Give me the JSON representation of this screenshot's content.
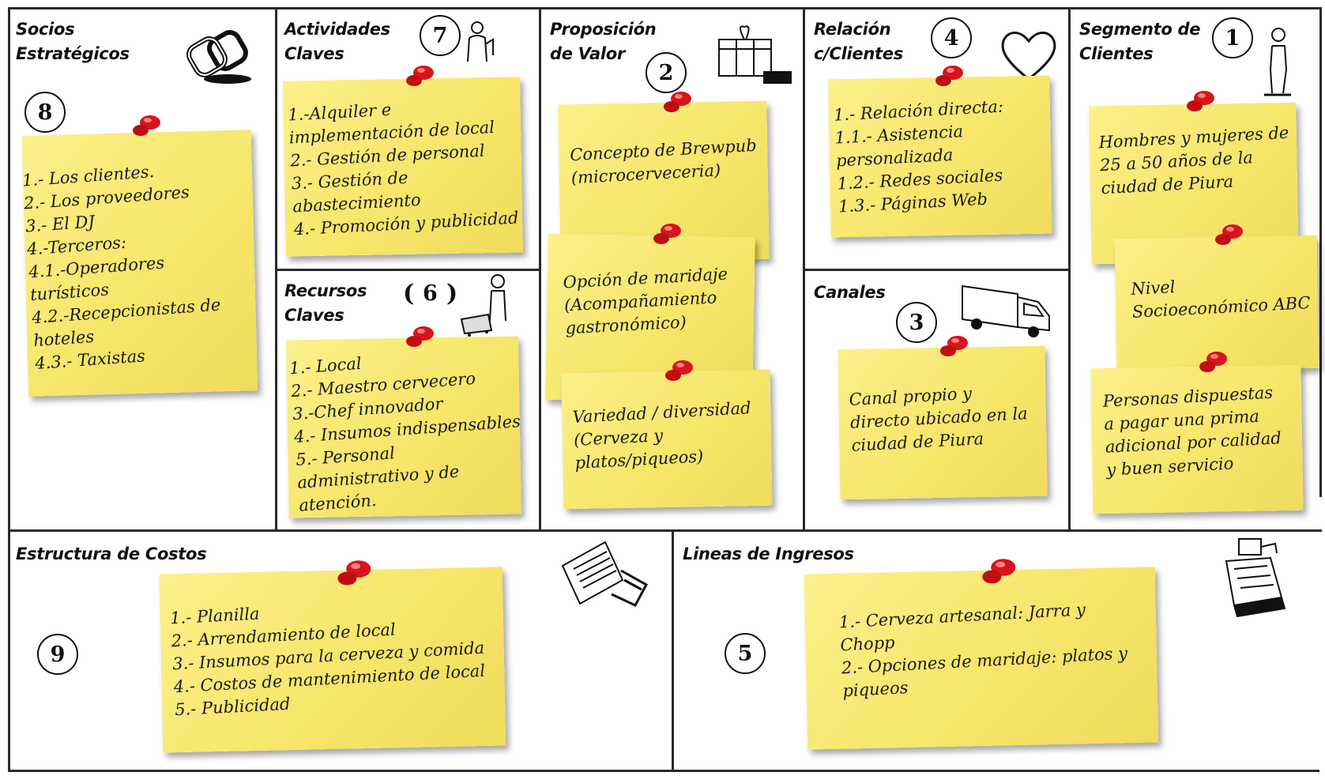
{
  "sections": {
    "socios": {
      "title": "Socios\nEstratégicos",
      "number": "8",
      "note": "1.- Los clientes.\n2.- Los proveedores\n3.- El DJ\n4.-Terceros:\n   4.1.-Operadores\n   turísticos\n   4.2.-Recepcionistas de\n   hoteles\n   4.3.- Taxistas"
    },
    "actividades": {
      "title": "Actividades\nClaves",
      "number": "7",
      "note": "1.-Alquiler e\nimplementación de local\n2.- Gestión de personal\n3.- Gestión de\nabastecimiento\n4.- Promoción y publicidad"
    },
    "recursos": {
      "title": "Recursos\nClaves",
      "number": "6",
      "paren_left": "(",
      "paren_right": ")",
      "note": "1.- Local\n2.- Maestro cervecero\n3.-Chef innovador\n4.- Insumos indispensables\n5.- Personal\nadministrativo y de\natención."
    },
    "propuesta": {
      "title": "Proposición\nde Valor",
      "number": "2",
      "notes": [
        "Concepto de Brewpub\n(microcerveceria)",
        "Opción de maridaje\n(Acompañamiento\ngastronómico)",
        "Variedad / diversidad\n(Cerveza y\nplatos/piqueos)"
      ]
    },
    "relacion": {
      "title": "Relación\nc/Clientes",
      "number": "4",
      "note": "1.- Relación directa:\n   1.1.- Asistencia\n   personalizada\n   1.2.- Redes sociales\n   1.3.- Páginas Web"
    },
    "canales": {
      "title": "Canales",
      "number": "3",
      "note": "Canal propio y\ndirecto ubicado en la\nciudad de Piura"
    },
    "segmento": {
      "title": "Segmento de\nClientes",
      "number": "1",
      "notes": [
        "Hombres y mujeres de\n25 a 50 años de la\nciudad de Piura",
        "Nivel\nSocioeconómico ABC",
        "Personas dispuestas\na pagar una prima\nadicional por calidad\ny buen servicio"
      ]
    },
    "costos": {
      "title": "Estructura de Costos",
      "number": "9",
      "note": "1.- Planilla\n2.- Arrendamiento de local\n3.- Insumos para la cerveza y comida\n4.- Costos de mantenimiento de local\n5.- Publicidad"
    },
    "ingresos": {
      "title": "Lineas de Ingresos",
      "number": "5",
      "note": "1.- Cerveza artesanal: Jarra y\nChopp\n2.- Opciones de maridaje: platos y\npiqueos"
    }
  },
  "icons": [
    "rings-icon",
    "worker-icon",
    "gift-icon",
    "heart-icon",
    "person-icon",
    "person-cart-icon",
    "truck-icon",
    "document-icon",
    "cash-register-icon"
  ],
  "colors": {
    "note": "#f6e66a",
    "pin": "#d8141a",
    "border": "#2a2a2a"
  }
}
